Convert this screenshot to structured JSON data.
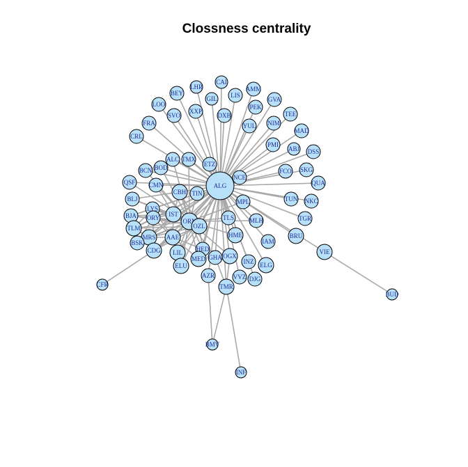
{
  "title": "Clossness centrality",
  "colors": {
    "node_fill": "#b8e0f8",
    "node_stroke": "#000000",
    "edge": "#a8a8a8",
    "label": "#1a2a9a",
    "background": "#ffffff"
  },
  "hub": "ALG",
  "nodes": [
    "ALG",
    "NCE",
    "CAI",
    "LHR",
    "AMM",
    "BEY",
    "LIS",
    "GIL",
    "GVA",
    "PEK",
    "LOO",
    "SVO",
    "XXP",
    "DXB",
    "TEE",
    "NIM",
    "FRA",
    "YUL",
    "MAD",
    "CRL",
    "PMI",
    "ABJ",
    "DSS",
    "ALC",
    "TMX",
    "ETZ",
    "BCN",
    "BOD",
    "FCO",
    "SKG",
    "QSF",
    "CMN",
    "QUA",
    "BLJ",
    "CBH",
    "TIN",
    "TUN",
    "NKC",
    "LYS",
    "IST",
    "MPL",
    "BJA",
    "ORY",
    "ORN",
    "OZL",
    "TLS",
    "TGR",
    "MLH",
    "TLM",
    "AAE",
    "MRS",
    "HME",
    "BSK",
    "IAM",
    "BRU",
    "CDG",
    "HED",
    "LIL",
    "OGX",
    "GHA",
    "VIE",
    "MED",
    "INZ",
    "ELG",
    "ELU",
    "AZR",
    "VVZ",
    "DJG",
    "TMR",
    "CFR",
    "BUD",
    "BMV",
    "INF"
  ],
  "edges": [
    [
      "ALG",
      "NCE"
    ],
    [
      "ALG",
      "CAI"
    ],
    [
      "ALG",
      "LHR"
    ],
    [
      "ALG",
      "AMM"
    ],
    [
      "ALG",
      "BEY"
    ],
    [
      "ALG",
      "LIS"
    ],
    [
      "ALG",
      "GIL"
    ],
    [
      "ALG",
      "GVA"
    ],
    [
      "ALG",
      "PEK"
    ],
    [
      "ALG",
      "LOO"
    ],
    [
      "ALG",
      "SVO"
    ],
    [
      "ALG",
      "XXP"
    ],
    [
      "ALG",
      "DXB"
    ],
    [
      "ALG",
      "TEE"
    ],
    [
      "ALG",
      "NIM"
    ],
    [
      "ALG",
      "FRA"
    ],
    [
      "ALG",
      "YUL"
    ],
    [
      "ALG",
      "MAD"
    ],
    [
      "ALG",
      "CRL"
    ],
    [
      "ALG",
      "PMI"
    ],
    [
      "ALG",
      "ABJ"
    ],
    [
      "ALG",
      "DSS"
    ],
    [
      "ALG",
      "ALC"
    ],
    [
      "ALG",
      "TMX"
    ],
    [
      "ALG",
      "ETZ"
    ],
    [
      "ALG",
      "BCN"
    ],
    [
      "ALG",
      "BOD"
    ],
    [
      "ALG",
      "FCO"
    ],
    [
      "ALG",
      "SKG"
    ],
    [
      "ALG",
      "QSF"
    ],
    [
      "ALG",
      "CMN"
    ],
    [
      "ALG",
      "QUA"
    ],
    [
      "ALG",
      "BLJ"
    ],
    [
      "ALG",
      "CBH"
    ],
    [
      "ALG",
      "TIN"
    ],
    [
      "ALG",
      "TUN"
    ],
    [
      "ALG",
      "NKC"
    ],
    [
      "ALG",
      "LYS"
    ],
    [
      "ALG",
      "IST"
    ],
    [
      "ALG",
      "MPL"
    ],
    [
      "ALG",
      "BJA"
    ],
    [
      "ALG",
      "ORY"
    ],
    [
      "ALG",
      "ORN"
    ],
    [
      "ALG",
      "OZL"
    ],
    [
      "ALG",
      "TLS"
    ],
    [
      "ALG",
      "TGR"
    ],
    [
      "ALG",
      "MLH"
    ],
    [
      "ALG",
      "TLM"
    ],
    [
      "ALG",
      "AAE"
    ],
    [
      "ALG",
      "MRS"
    ],
    [
      "ALG",
      "HME"
    ],
    [
      "ALG",
      "BSK"
    ],
    [
      "ALG",
      "IAM"
    ],
    [
      "ALG",
      "BRU"
    ],
    [
      "ALG",
      "CDG"
    ],
    [
      "ALG",
      "HED"
    ],
    [
      "ALG",
      "LIL"
    ],
    [
      "ALG",
      "OGX"
    ],
    [
      "ALG",
      "GHA"
    ],
    [
      "ALG",
      "VIE"
    ],
    [
      "ALG",
      "MED"
    ],
    [
      "ALG",
      "INZ"
    ],
    [
      "ALG",
      "ELG"
    ],
    [
      "ALG",
      "ELU"
    ],
    [
      "ALG",
      "AZR"
    ],
    [
      "ALG",
      "VVZ"
    ],
    [
      "ALG",
      "DJG"
    ],
    [
      "ALG",
      "TMR"
    ],
    [
      "ORN",
      "LYS"
    ],
    [
      "ORN",
      "ORY"
    ],
    [
      "ORN",
      "MRS"
    ],
    [
      "ORN",
      "BJA"
    ],
    [
      "ORN",
      "TLM"
    ],
    [
      "ORN",
      "BSK"
    ],
    [
      "ORN",
      "CDG"
    ],
    [
      "ORN",
      "LIL"
    ],
    [
      "ORN",
      "ELU"
    ],
    [
      "ORN",
      "AAE"
    ],
    [
      "ORN",
      "IST"
    ],
    [
      "ORN",
      "CBH"
    ],
    [
      "ORN",
      "TIN"
    ],
    [
      "ORN",
      "BLJ"
    ],
    [
      "ORN",
      "QSF"
    ],
    [
      "ORN",
      "CMN"
    ],
    [
      "ORN",
      "BCN"
    ],
    [
      "ORN",
      "BOD"
    ],
    [
      "ORN",
      "ALC"
    ],
    [
      "ORN",
      "TMX"
    ],
    [
      "ORN",
      "OZL"
    ],
    [
      "ORN",
      "HED"
    ],
    [
      "ORN",
      "MED"
    ],
    [
      "ORN",
      "GHA"
    ],
    [
      "ORN",
      "OGX"
    ],
    [
      "ORN",
      "TLS"
    ],
    [
      "ORN",
      "MPL"
    ],
    [
      "ORN",
      "HME"
    ],
    [
      "ORN",
      "MLH"
    ],
    [
      "ORN",
      "NCE"
    ],
    [
      "OZL",
      "LYS"
    ],
    [
      "OZL",
      "ORY"
    ],
    [
      "OZL",
      "MRS"
    ],
    [
      "OZL",
      "BJA"
    ],
    [
      "OZL",
      "TLM"
    ],
    [
      "OZL",
      "AAE"
    ],
    [
      "OZL",
      "CDG"
    ],
    [
      "OZL",
      "IST"
    ],
    [
      "OZL",
      "CBH"
    ],
    [
      "OZL",
      "LIL"
    ],
    [
      "OZL",
      "BLJ"
    ],
    [
      "OZL",
      "HED"
    ],
    [
      "IST",
      "LYS"
    ],
    [
      "IST",
      "ORY"
    ],
    [
      "IST",
      "MRS"
    ],
    [
      "IST",
      "BJA"
    ],
    [
      "IST",
      "CBH"
    ],
    [
      "IST",
      "BLJ"
    ],
    [
      "IST",
      "CMN"
    ],
    [
      "IST",
      "AAE"
    ],
    [
      "AAE",
      "MRS"
    ],
    [
      "AAE",
      "ORY"
    ],
    [
      "AAE",
      "LYS"
    ],
    [
      "AAE",
      "CDG"
    ],
    [
      "AAE",
      "HED"
    ],
    [
      "AAE",
      "MED"
    ],
    [
      "AAE",
      "LIL"
    ],
    [
      "LYS",
      "BJA"
    ],
    [
      "LYS",
      "CDG"
    ],
    [
      "LYS",
      "TLM"
    ],
    [
      "ORY",
      "TLM"
    ],
    [
      "ORY",
      "BSK"
    ],
    [
      "ORY",
      "CDG"
    ],
    [
      "MRS",
      "BSK"
    ],
    [
      "MRS",
      "TLM"
    ],
    [
      "MRS",
      "CDG"
    ],
    [
      "CDG",
      "CFR"
    ],
    [
      "VIE",
      "BUD"
    ],
    [
      "TMR",
      "BMV"
    ],
    [
      "TMR",
      "INF"
    ],
    [
      "AZR",
      "BMV"
    ],
    [
      "GHA",
      "TMR"
    ],
    [
      "OGX",
      "TMR"
    ]
  ]
}
